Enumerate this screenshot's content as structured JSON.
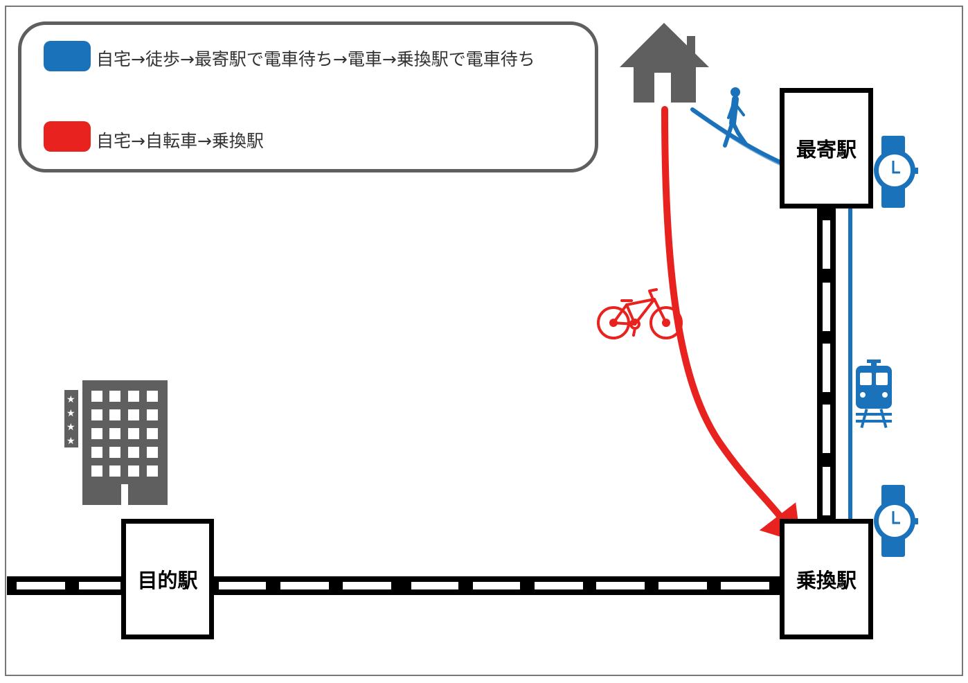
{
  "legend": {
    "items": [
      {
        "label": "自宅→徒歩→最寄駅で電車待ち→電車→乗換駅で電車待ち",
        "color": "#1a72bb"
      },
      {
        "label": "自宅→自転車→乗換駅",
        "color": "#e8231f"
      }
    ]
  },
  "stations": {
    "nearest": "最寄駅",
    "transfer": "乗換駅",
    "destination": "目的駅"
  },
  "colors": {
    "blue_route": "#1a72bb",
    "red_route": "#e8231f",
    "icon_gray": "#5f5f5f",
    "rail": "#000000"
  },
  "icons": [
    "house-icon",
    "walking-person-icon",
    "wristwatch-icon",
    "train-icon",
    "bicycle-icon",
    "hotel-building-icon"
  ]
}
